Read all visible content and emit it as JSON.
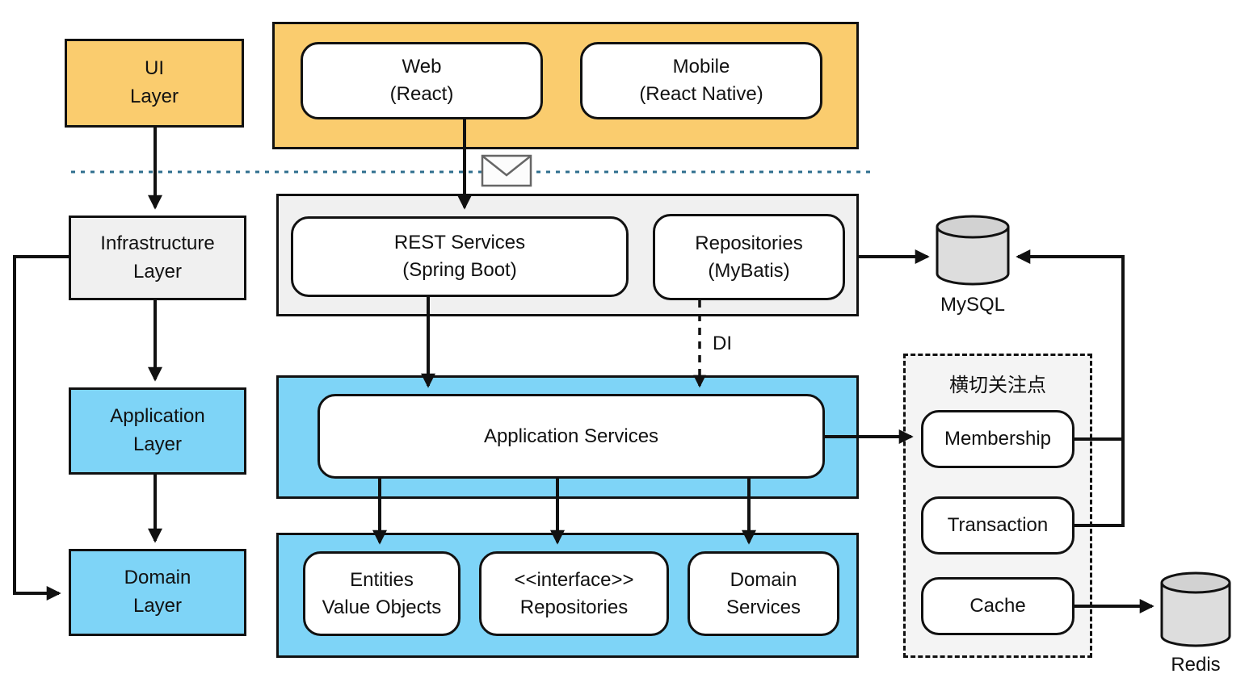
{
  "colors": {
    "orange": "#FACC6E",
    "blue": "#7ED4F7",
    "gray": "#F0F0F0",
    "separator": "#2E6E8E"
  },
  "layers": {
    "ui": "UI\nLayer",
    "infrastructure": "Infrastructure\nLayer",
    "application": "Application\nLayer",
    "domain": "Domain\nLayer"
  },
  "ui_tier": {
    "web": "Web\n(React)",
    "mobile": "Mobile\n(React Native)"
  },
  "service_tier": {
    "rest": "REST Services\n(Spring Boot)",
    "repositories": "Repositories\n(MyBatis)"
  },
  "application_tier": {
    "app_services": "Application Services"
  },
  "domain_tier": {
    "entities": "Entities\nValue Objects",
    "interface_repositories": "<<interface>>\nRepositories",
    "domain_services": "Domain\nServices"
  },
  "cross_cutting": {
    "title": "横切关注点",
    "membership": "Membership",
    "transaction": "Transaction",
    "cache": "Cache"
  },
  "datastores": {
    "mysql": "MySQL",
    "redis": "Redis"
  },
  "annotations": {
    "di": "DI"
  }
}
